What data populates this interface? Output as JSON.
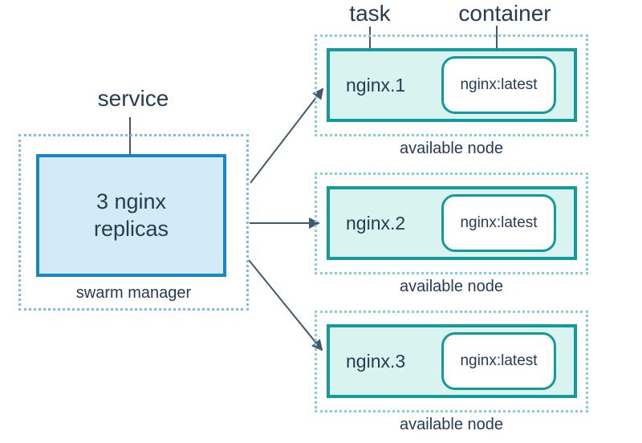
{
  "labels": {
    "service": "service",
    "task": "task",
    "container": "container"
  },
  "manager": {
    "box_text": "3 nginx replicas",
    "caption": "swarm manager"
  },
  "nodes": [
    {
      "task": "nginx.1",
      "container": "nginx:latest",
      "caption": "available node"
    },
    {
      "task": "nginx.2",
      "container": "nginx:latest",
      "caption": "available node"
    },
    {
      "task": "nginx.3",
      "container": "nginx:latest",
      "caption": "available node"
    }
  ],
  "colors": {
    "text": "#253c52",
    "blue_border": "#1787c9",
    "blue_fill": "#d3eaf8",
    "blue_dotted": "#7fbbe5",
    "teal_border": "#149a9b",
    "teal_fill": "#d8f3f0",
    "teal_dotted": "#82d0d2",
    "arrow": "#44586d",
    "container_fill": "#ffffff"
  }
}
